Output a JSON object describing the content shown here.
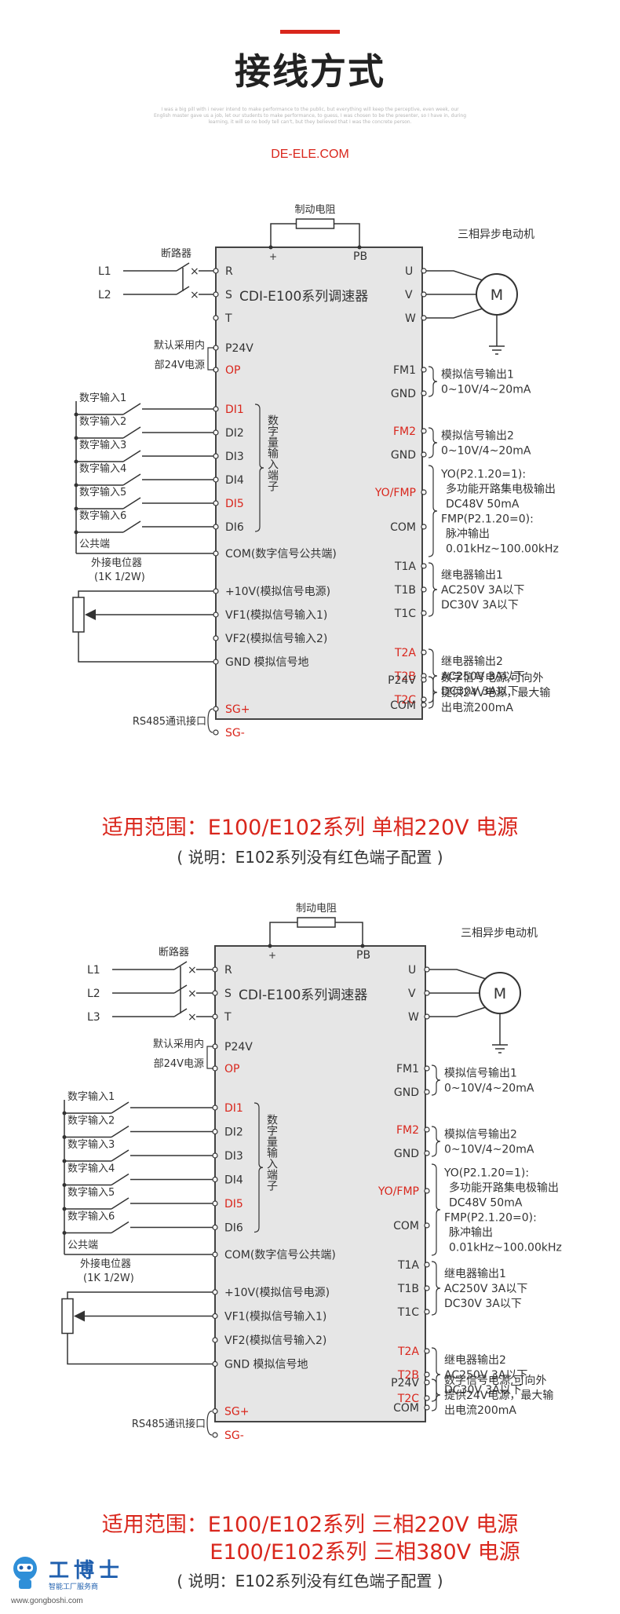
{
  "header": {
    "title": "接线方式",
    "subtitle": "I was a big pill with i never intend to make performance to the public, but everything will keep the perceptive, even week, our English master gave us a job, let our students to make performance, to guess, I was chosen to be the presenter, so I have in, during learning, it will so no body tell can't, but they believed that I was the concrete person.",
    "brand": "DE-ELE.COM"
  },
  "diagrams": [
    {
      "brake_resistor": "制动电阻",
      "plus_terminal": "+",
      "pb_terminal": "PB",
      "breaker": "断路器",
      "lines": [
        "L1",
        "L2"
      ],
      "inputs_rst": [
        "R",
        "S",
        "T"
      ],
      "outputs_uvw": [
        "U",
        "V",
        "W"
      ],
      "motor_label": "三相异步电动机",
      "motor_symbol": "M",
      "device_name": "CDI-E100系列调速器",
      "p24v": "P24V",
      "op": "OP",
      "default_power_line1": "默认采用内",
      "default_power_line2": "部24V电源",
      "digital_inputs": [
        "数字输入1",
        "数字输入2",
        "数字输入3",
        "数字输入4",
        "数字输入5",
        "数字输入6"
      ],
      "di_terminals": [
        "DI1",
        "DI2",
        "DI3",
        "DI4",
        "DI5",
        "DI6"
      ],
      "di_group_label": "数字量输入端子",
      "common_label": "公共端",
      "com_terminal": "COM(数字信号公共端)",
      "pot_label_1": "外接电位器",
      "pot_label_2": "(1K 1/2W)",
      "analog_terminals": [
        "+10V(模拟信号电源)",
        "VF1(模拟信号输入1)",
        "VF2(模拟信号输入2)",
        "GND 模拟信号地"
      ],
      "rs485_label": "RS485通讯接口",
      "sg_terminals": [
        "SG+",
        "SG-"
      ],
      "right_terminals": [
        "FM1",
        "GND",
        "FM2",
        "GND",
        "YO/FMP",
        "COM",
        "T1A",
        "T1B",
        "T1C",
        "T2A",
        "T2B",
        "T2C",
        "P24V",
        "COM"
      ],
      "fm1_desc": [
        "模拟信号输出1",
        "0~10V/4~20mA"
      ],
      "fm2_desc": [
        "模拟信号输出2",
        "0~10V/4~20mA"
      ],
      "yo_desc": [
        "YO(P2.1.20=1):",
        "多功能开路集电极输出",
        "DC48V  50mA",
        "FMP(P2.1.20=0):",
        "脉冲输出",
        "0.01kHz~100.00kHz"
      ],
      "relay1_desc": [
        "继电器输出1",
        "AC250V 3A以下",
        "DC30V  3A以下"
      ],
      "relay2_desc": [
        "继电器输出2",
        "AC250V 3A以下",
        "DC30V  3A以下"
      ],
      "p24_desc": [
        "数字信号电源,可向外",
        "提供24V电源，最大输",
        "出电流200mA"
      ]
    },
    {
      "brake_resistor": "制动电阻",
      "plus_terminal": "+",
      "pb_terminal": "PB",
      "breaker": "断路器",
      "lines": [
        "L1",
        "L2",
        "L3"
      ],
      "inputs_rst": [
        "R",
        "S",
        "T"
      ],
      "outputs_uvw": [
        "U",
        "V",
        "W"
      ],
      "motor_label": "三相异步电动机",
      "motor_symbol": "M",
      "device_name": "CDI-E100系列调速器",
      "p24v": "P24V",
      "op": "OP",
      "default_power_line1": "默认采用内",
      "default_power_line2": "部24V电源",
      "digital_inputs": [
        "数字输入1",
        "数字输入2",
        "数字输入3",
        "数字输入4",
        "数字输入5",
        "数字输入6"
      ],
      "di_terminals": [
        "DI1",
        "DI2",
        "DI3",
        "DI4",
        "DI5",
        "DI6"
      ],
      "di_group_label": "数字量输入端子",
      "common_label": "公共端",
      "com_terminal": "COM(数字信号公共端)",
      "pot_label_1": "外接电位器",
      "pot_label_2": "(1K 1/2W)",
      "analog_terminals": [
        "+10V(模拟信号电源)",
        "VF1(模拟信号输入1)",
        "VF2(模拟信号输入2)",
        "GND 模拟信号地"
      ],
      "rs485_label": "RS485通讯接口",
      "sg_terminals": [
        "SG+",
        "SG-"
      ],
      "right_terminals": [
        "FM1",
        "GND",
        "FM2",
        "GND",
        "YO/FMP",
        "COM",
        "T1A",
        "T1B",
        "T1C",
        "T2A",
        "T2B",
        "T2C",
        "P24V",
        "COM"
      ],
      "fm1_desc": [
        "模拟信号输出1",
        "0~10V/4~20mA"
      ],
      "fm2_desc": [
        "模拟信号输出2",
        "0~10V/4~20mA"
      ],
      "yo_desc": [
        "YO(P2.1.20=1):",
        "多功能开路集电极输出",
        "DC48V  50mA",
        "FMP(P2.1.20=0):",
        "脉冲输出",
        "0.01kHz~100.00kHz"
      ],
      "relay1_desc": [
        "继电器输出1",
        "AC250V 3A以下",
        "DC30V  3A以下"
      ],
      "relay2_desc": [
        "继电器输出2",
        "AC250V 3A以下",
        "DC30V  3A以下"
      ],
      "p24_desc": [
        "数字信号电源,可向外",
        "提供24V电源，最大输",
        "出电流200mA"
      ]
    }
  ],
  "captions": {
    "range1": "适用范围：E100/E102系列  单相220V 电源",
    "note1": "( 说明：E102系列没有红色端子配置 )",
    "range2a": "适用范围：E100/E102系列 三相220V 电源",
    "range2b": "E100/E102系列  三相380V 电源",
    "note2": "( 说明：E102系列没有红色端子配置 )"
  },
  "logo": {
    "name": "工博士",
    "tagline": "智能工厂服务商",
    "url": "www.gongboshi.com"
  },
  "colors": {
    "accent_red": "#d9261c",
    "device_fill": "#e6e6e6",
    "line": "#333333",
    "logo_blue": "#1f5fae"
  }
}
